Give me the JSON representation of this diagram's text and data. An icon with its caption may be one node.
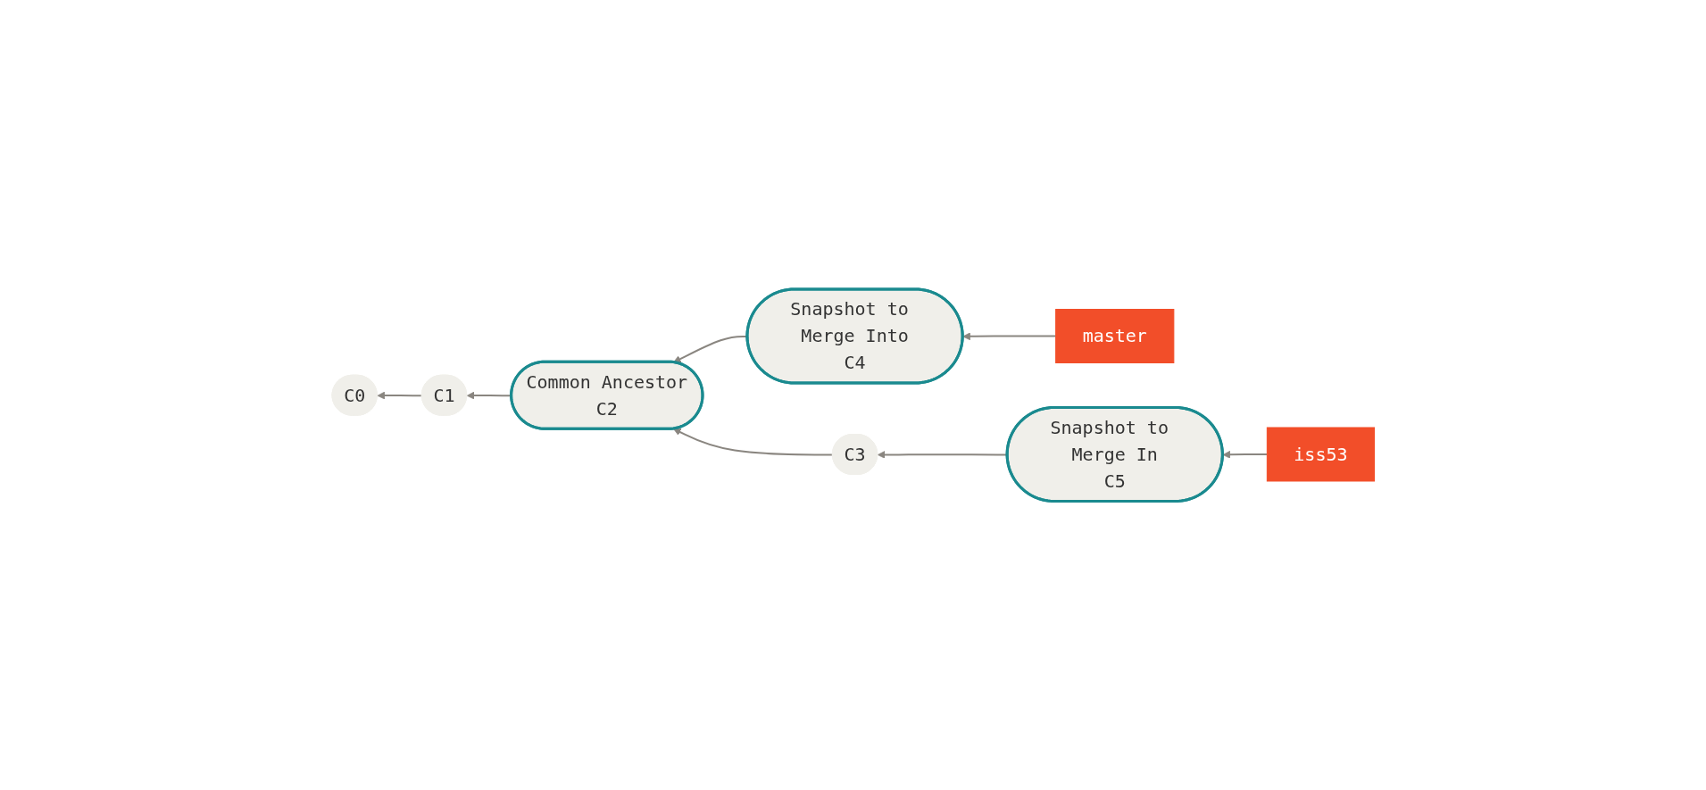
{
  "diagram": {
    "nodes": [
      {
        "text": [
          "C0"
        ]
      },
      {
        "text": [
          "C1"
        ]
      },
      {
        "text": [
          "Common Ancestor",
          "C2"
        ]
      },
      {
        "text": [
          "master"
        ]
      },
      {
        "text": [
          "Snapshot to Merge Into",
          "C4"
        ]
      },
      {
        "text": [
          "C3"
        ]
      },
      {
        "text": [
          "Snapshot to Merge In",
          "C5"
        ]
      },
      {
        "text": [
          "iss53"
        ]
      }
    ],
    "edges": [
      {
        "from": 1,
        "to": 0,
        "arrow": "to"
      },
      {
        "from": 2,
        "to": 1,
        "arrow": "to"
      },
      {
        "from": 3,
        "to": 4,
        "arrow": "to"
      },
      {
        "from": 4,
        "to": 2,
        "arrow": "to"
      },
      {
        "from": 5,
        "to": 2,
        "arrow": "to"
      },
      {
        "from": 6,
        "to": 5,
        "arrow": "to"
      },
      {
        "from": 7,
        "to": 6,
        "arrow": "to"
      }
    ]
  }
}
